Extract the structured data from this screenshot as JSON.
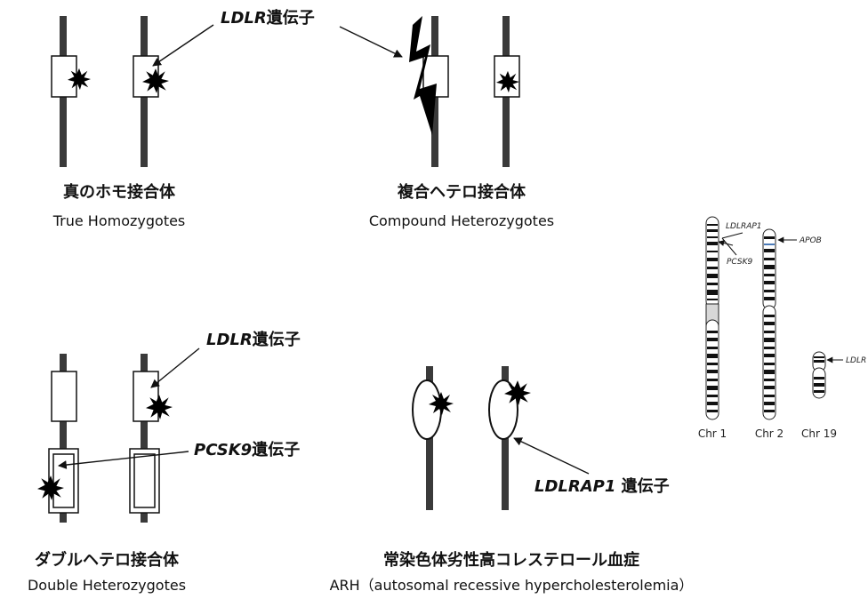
{
  "panels": {
    "true_homo": {
      "jp": "真のホモ接合体",
      "en": "True Homozygotes"
    },
    "compound_hetero": {
      "jp": "複合ヘテロ接合体",
      "en": "Compound Heterozygotes"
    },
    "double_hetero": {
      "jp": "ダブルヘテロ接合体",
      "en": "Double Heterozygotes"
    },
    "arh": {
      "jp": "常染色体劣性高コレステロール血症",
      "en": "ARH（autosomal recessive hypercholesterolemia）"
    }
  },
  "callouts": {
    "ldlr_top": {
      "gene": "LDLR",
      "suffix": "遺伝子"
    },
    "ldlr_mid": {
      "gene": "LDLR",
      "suffix": "遺伝子"
    },
    "pcsk9": {
      "gene": "PCSK9",
      "suffix": "遺伝子"
    },
    "ldlrap1": {
      "gene": "LDLRAP1",
      "suffix": " 遺伝子"
    }
  },
  "karyotype": {
    "chromosomes": [
      "Chr 1",
      "Chr 2",
      "Chr 19"
    ],
    "gene_labels": {
      "ldlrap1": "LDLRAP1",
      "pcsk9": "PCSK9",
      "apob": "APOB",
      "ldlr": "LDLR"
    }
  },
  "colors": {
    "chromosome_stick": "#3a3a3a",
    "mutation": "#000000",
    "band": "#111111"
  }
}
